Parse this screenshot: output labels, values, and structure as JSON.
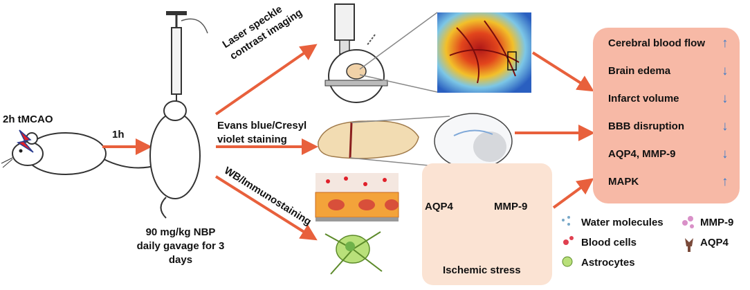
{
  "labels": {
    "model": "2h tMCAO",
    "delay": "1h",
    "dose_line1": "90 mg/kg NBP",
    "dose_line2": "daily gavage for 3",
    "dose_line3": "days",
    "method_laser": "Laser speckle contrast imaging",
    "method_laser_line1": "Laser speckle",
    "method_laser_line2": "contrast imaging",
    "method_stain_line1": "Evans blue/Cresyl",
    "method_stain_line2": "violet staining",
    "method_wb": "WB/Immunostaining"
  },
  "outcomes": [
    {
      "label": "Cerebral blood flow",
      "direction": "up"
    },
    {
      "label": "Brain edema",
      "direction": "down"
    },
    {
      "label": "Infarct volume",
      "direction": "down"
    },
    {
      "label": "BBB disruption",
      "direction": "down"
    },
    {
      "label": "AQP4, MMP-9",
      "direction": "down"
    },
    {
      "label": "MAPK",
      "direction": "up"
    }
  ],
  "mechanism": {
    "aqp4": "AQP4",
    "mmp9": "MMP-9",
    "stress": "Ischemic stress"
  },
  "legend": {
    "water": "Water molecules",
    "blood": "Blood cells",
    "astro": "Astrocytes",
    "mmp9": "MMP-9",
    "aqp4": "AQP4"
  },
  "symbols": {
    "up": "↑",
    "down": "↓"
  },
  "colors": {
    "arrow": "#e8603c",
    "outcome_bg": "#f7b9a6",
    "mech_bg": "#fbe3d3",
    "indicator": "#3a7ac8",
    "red_arrow": "#e0202a"
  }
}
